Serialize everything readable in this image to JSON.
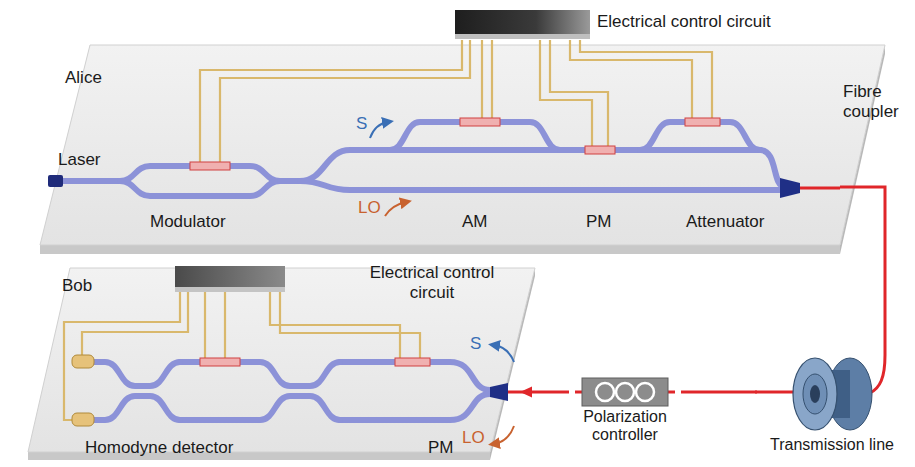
{
  "diagram": {
    "nodes": [
      {
        "text": [
          "Alice"
        ]
      },
      {
        "text": [
          "Bob"
        ]
      },
      {
        "text": [
          "Polarization controller"
        ]
      },
      {
        "text": [
          "Transmission line"
        ]
      }
    ],
    "edges": [
      {
        "from": 0,
        "to": 3,
        "arrow": "none"
      },
      {
        "from": 3,
        "to": 2,
        "arrow": "none"
      },
      {
        "from": 2,
        "to": 1,
        "arrow": "to"
      }
    ],
    "labels": [
      "Electrical control circuit",
      "Laser",
      "Modulator",
      "S",
      "LO",
      "AM",
      "PM",
      "Attenuator",
      "Fibre coupler",
      "Electrical control circuit",
      "Homodyne detector",
      "PM",
      "S",
      "LO"
    ]
  }
}
